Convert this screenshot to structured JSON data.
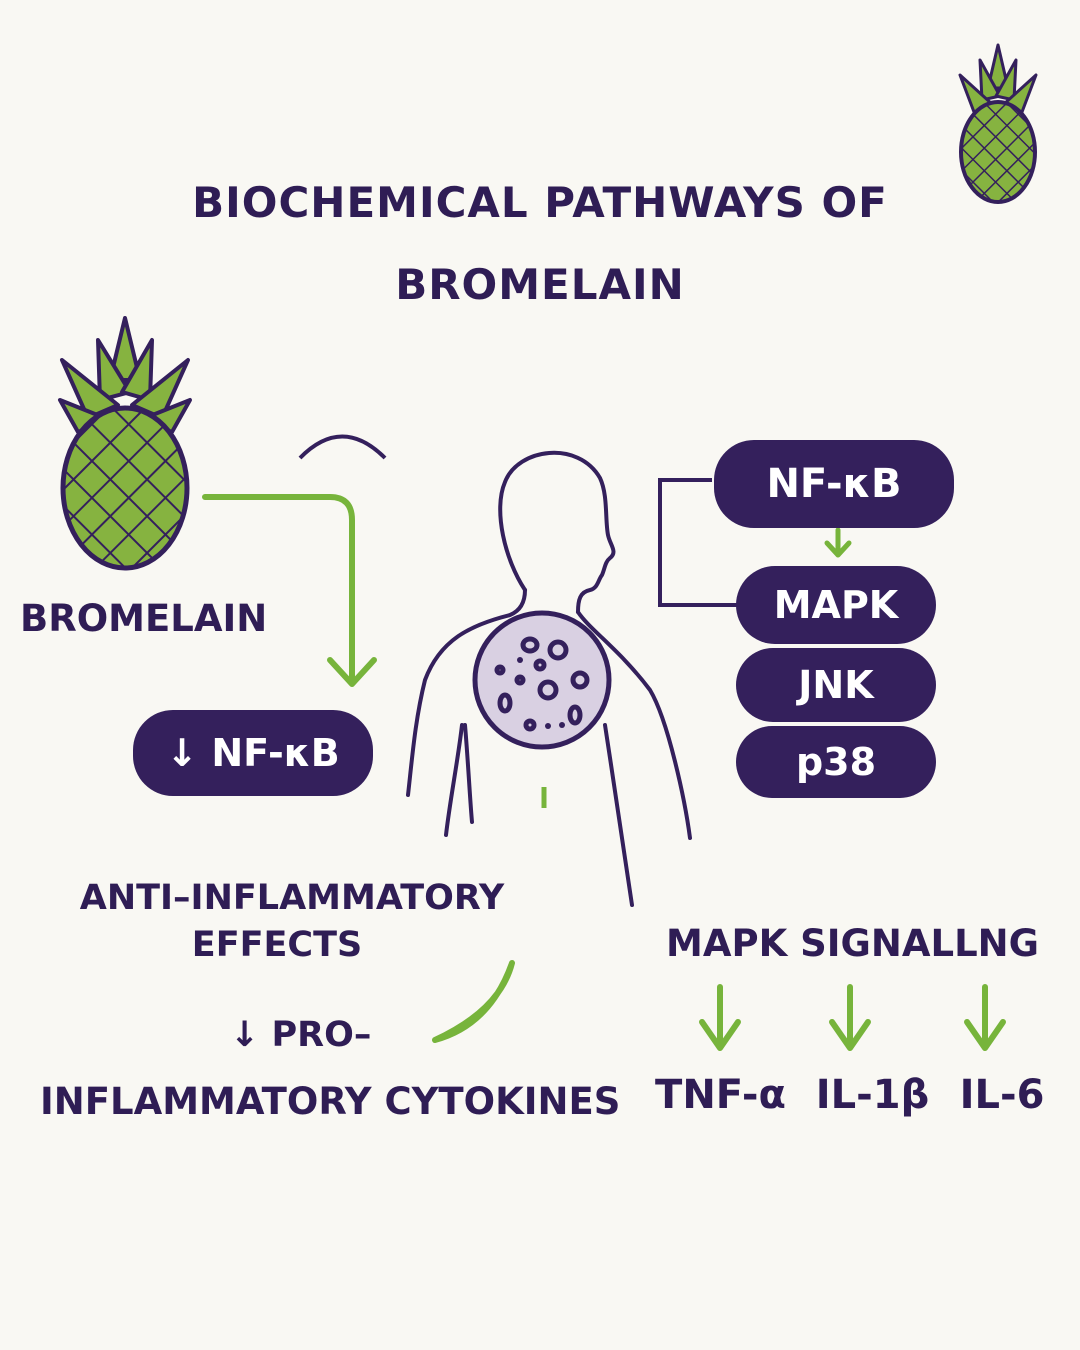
{
  "title": {
    "line1": "BIOCHEMICAL PATHWAYS OF",
    "line2": "BROMELAIN"
  },
  "left": {
    "source_label": "BROMELAIN",
    "inhibit_box": "↓ NF-κB",
    "effects_line1": "ANTI–INFLAMMATORY",
    "effects_line2": "EFFECTS",
    "cytokines_line1": "↓ PRO–",
    "cytokines_line2": "INFLAMMATORY CYTOKINES"
  },
  "right": {
    "pathway_boxes": [
      "NF-κB",
      "MAPK",
      "JNK",
      "p38"
    ],
    "signalling_label": "MAPK SIGNALLNG",
    "cytokines": [
      "TNF-α",
      "IL-1β",
      "IL-6"
    ]
  },
  "colors": {
    "primary": "#34205c",
    "accent_green": "#77b43b",
    "pineapple_fill": "#86b340",
    "cell_fill": "#d9d0e2",
    "background": "#f9f8f3"
  },
  "icons": [
    "pineapple-icon",
    "human-silhouette-icon",
    "inflamed-cell-icon",
    "arrow-down-icon"
  ]
}
